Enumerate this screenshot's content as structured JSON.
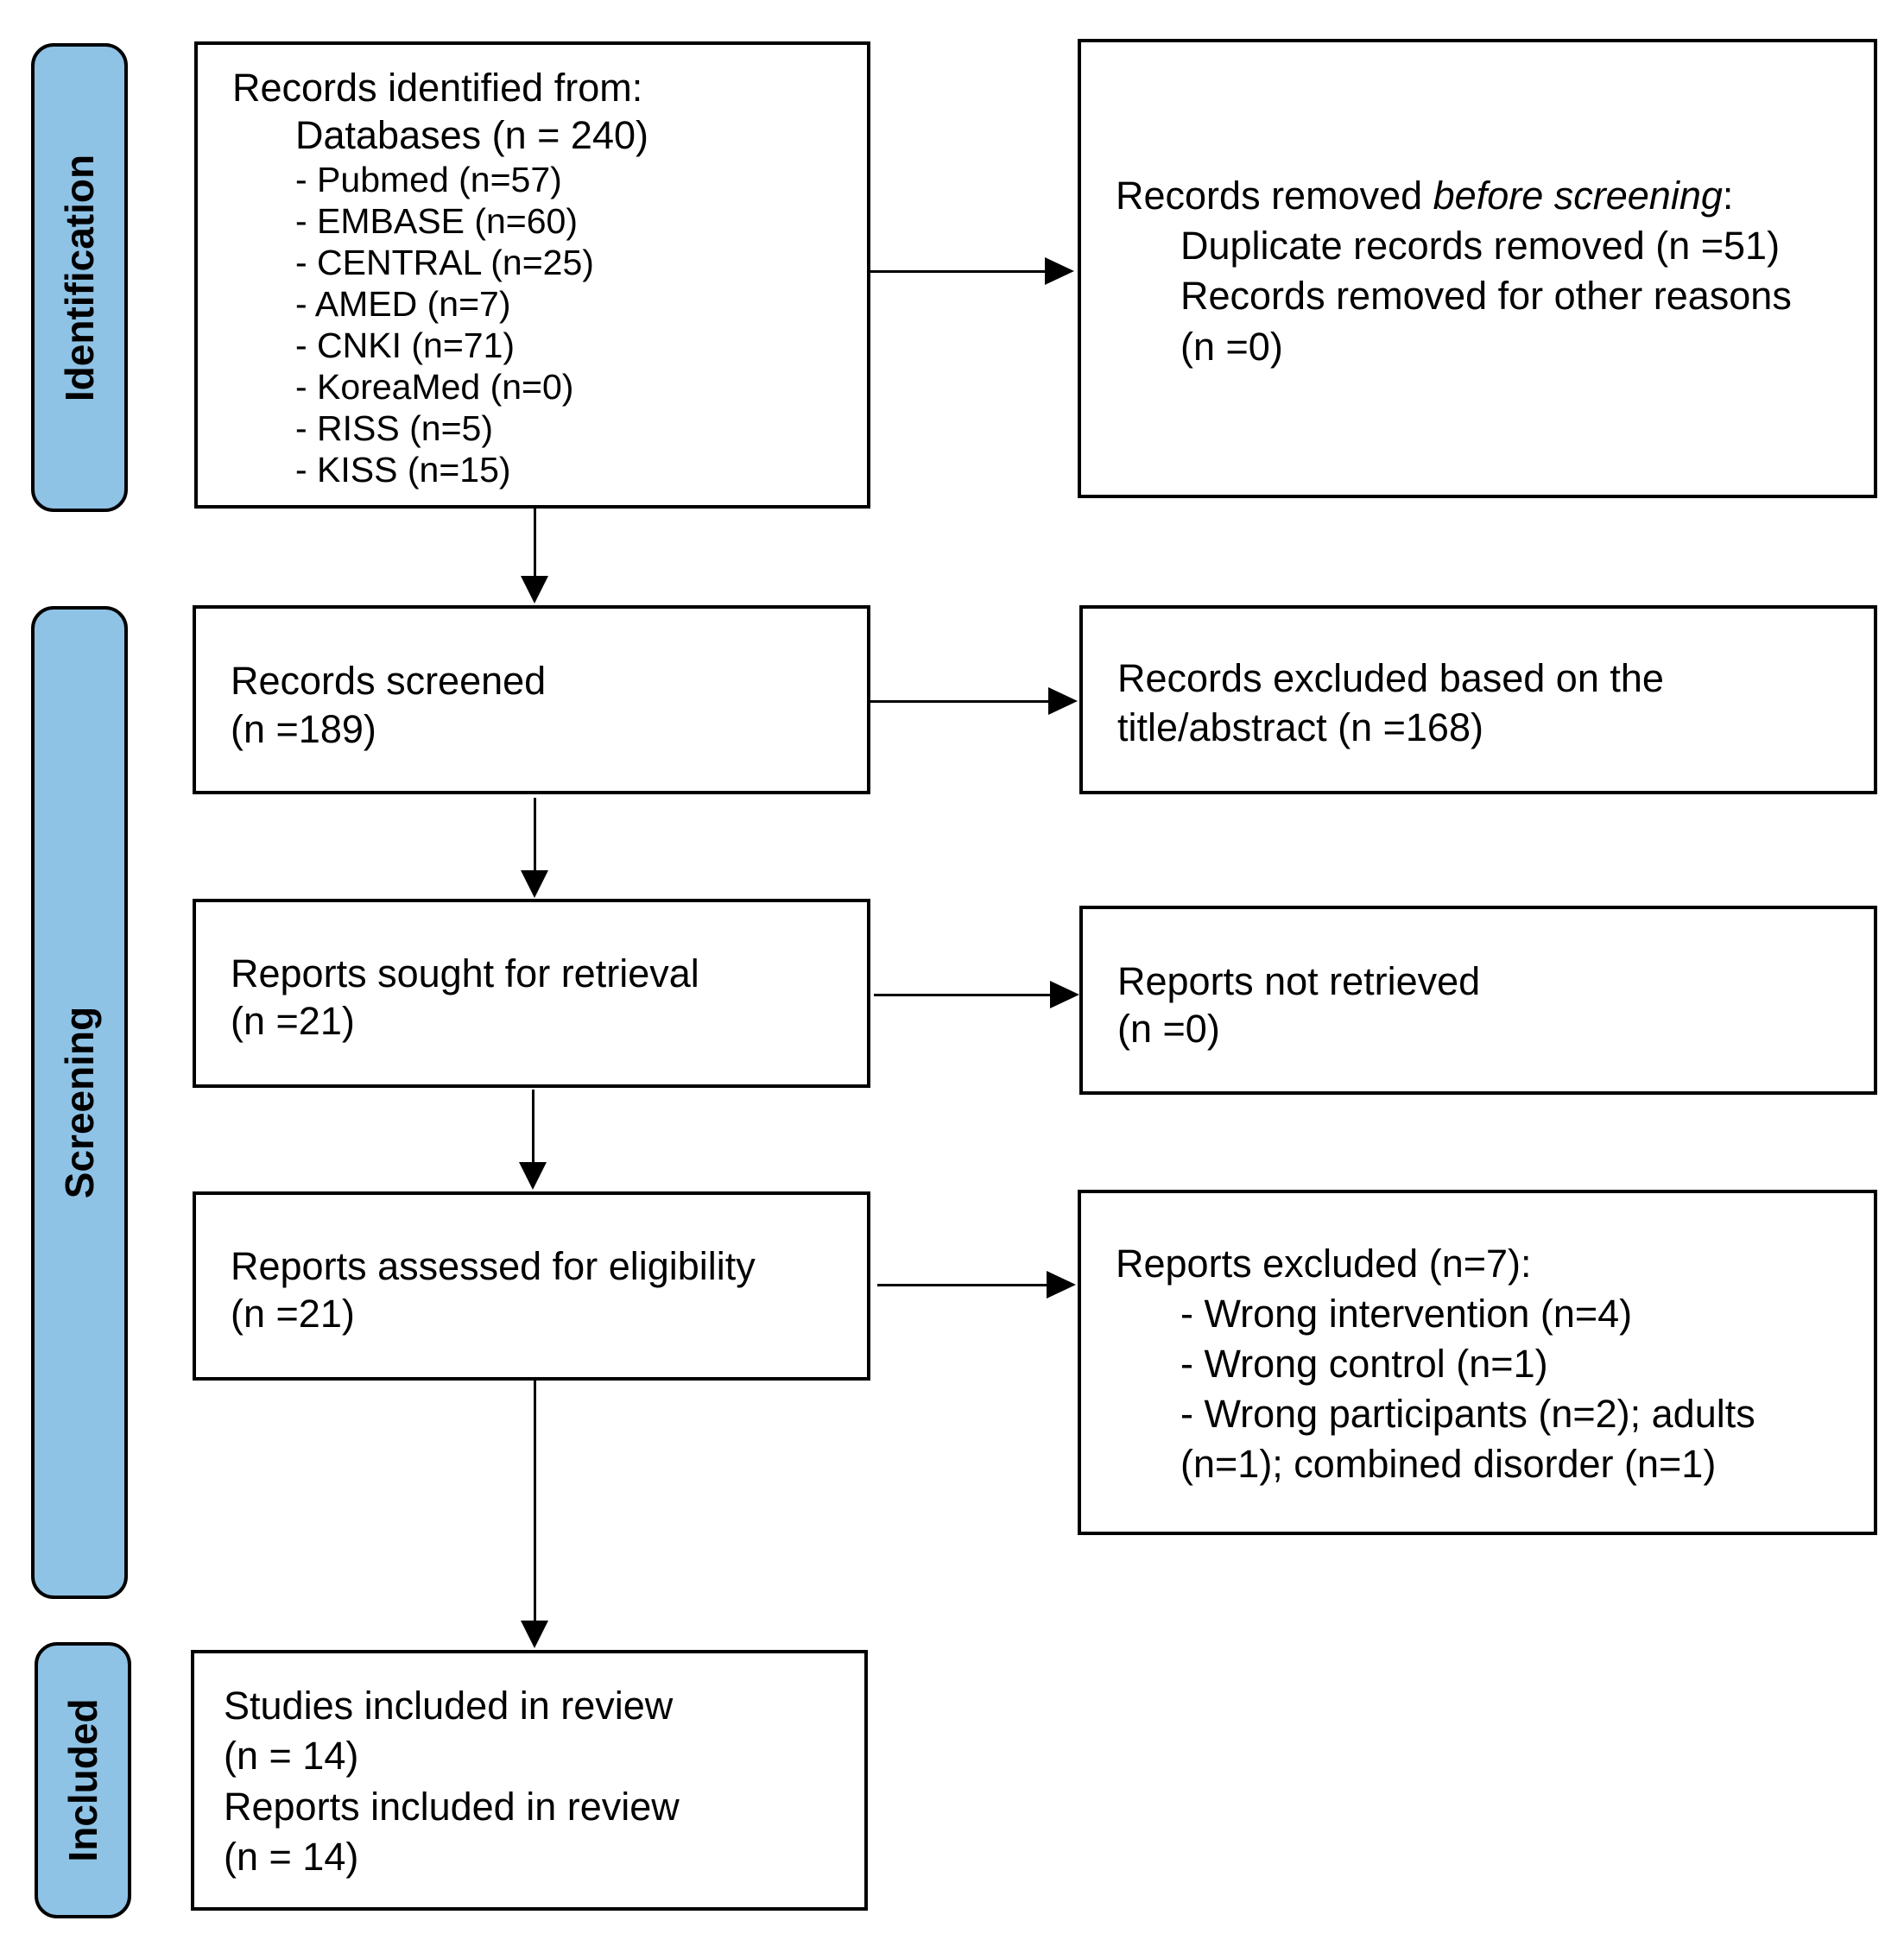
{
  "phases": {
    "identification": "Identification",
    "screening": "Screening",
    "included": "Included"
  },
  "identified": {
    "heading": "Records identified from:",
    "databases": "Databases (n = 240)",
    "sources": [
      "- Pubmed (n=57)",
      "- EMBASE (n=60)",
      "- CENTRAL (n=25)",
      "- AMED (n=7)",
      "- CNKI (n=71)",
      "- KoreaMed (n=0)",
      "- RISS (n=5)",
      "- KISS (n=15)"
    ]
  },
  "removed": {
    "heading_prefix": "Records removed ",
    "heading_emphasis": "before screening",
    "heading_suffix": ":",
    "duplicates": "Duplicate records removed (n =51)",
    "other": "Records removed for other reasons",
    "other_count": "(n =0)"
  },
  "screened": {
    "label": "Records screened",
    "count": "(n =189)"
  },
  "excluded_title": {
    "line1": "Records excluded based on the",
    "line2": "title/abstract (n =168)"
  },
  "sought": {
    "label": "Reports sought for retrieval",
    "count": "(n =21)"
  },
  "not_retrieved": {
    "label": "Reports not retrieved",
    "count": "(n =0)"
  },
  "assessed": {
    "label": "Reports assessed for eligibility",
    "count": "(n =21)"
  },
  "reports_excluded": {
    "heading": "Reports excluded (n=7):",
    "reasons": [
      "- Wrong intervention (n=4)",
      "- Wrong control (n=1)",
      "- Wrong participants (n=2); adults",
      "(n=1); combined disorder (n=1)"
    ]
  },
  "included": {
    "studies_label": "Studies included in review",
    "studies_count": "(n = 14)",
    "reports_label": "Reports included in review",
    "reports_count": "(n = 14)"
  }
}
